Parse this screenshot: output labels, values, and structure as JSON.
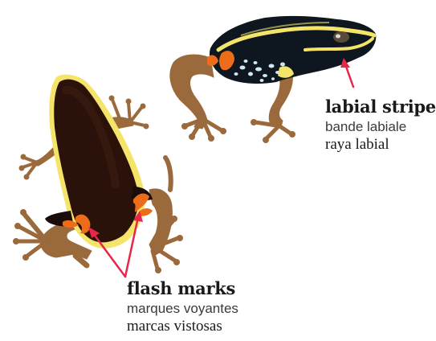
{
  "labels": {
    "flash": {
      "en": "flash marks",
      "fr": "marques voyantes",
      "es": "marcas vistosas"
    },
    "labial": {
      "en": "labial stripe",
      "fr": "bande labiale",
      "es": "raya labial"
    }
  },
  "colors": {
    "skin_brown": "#9a6a3c",
    "body_dark": "#2a120a",
    "stripe_yellow": "#f4e46a",
    "flash_orange": "#ec6c1a",
    "pointer_red": "#e8254a",
    "spots_blue": "#cfe8f4",
    "head_black": "#0e1620"
  }
}
